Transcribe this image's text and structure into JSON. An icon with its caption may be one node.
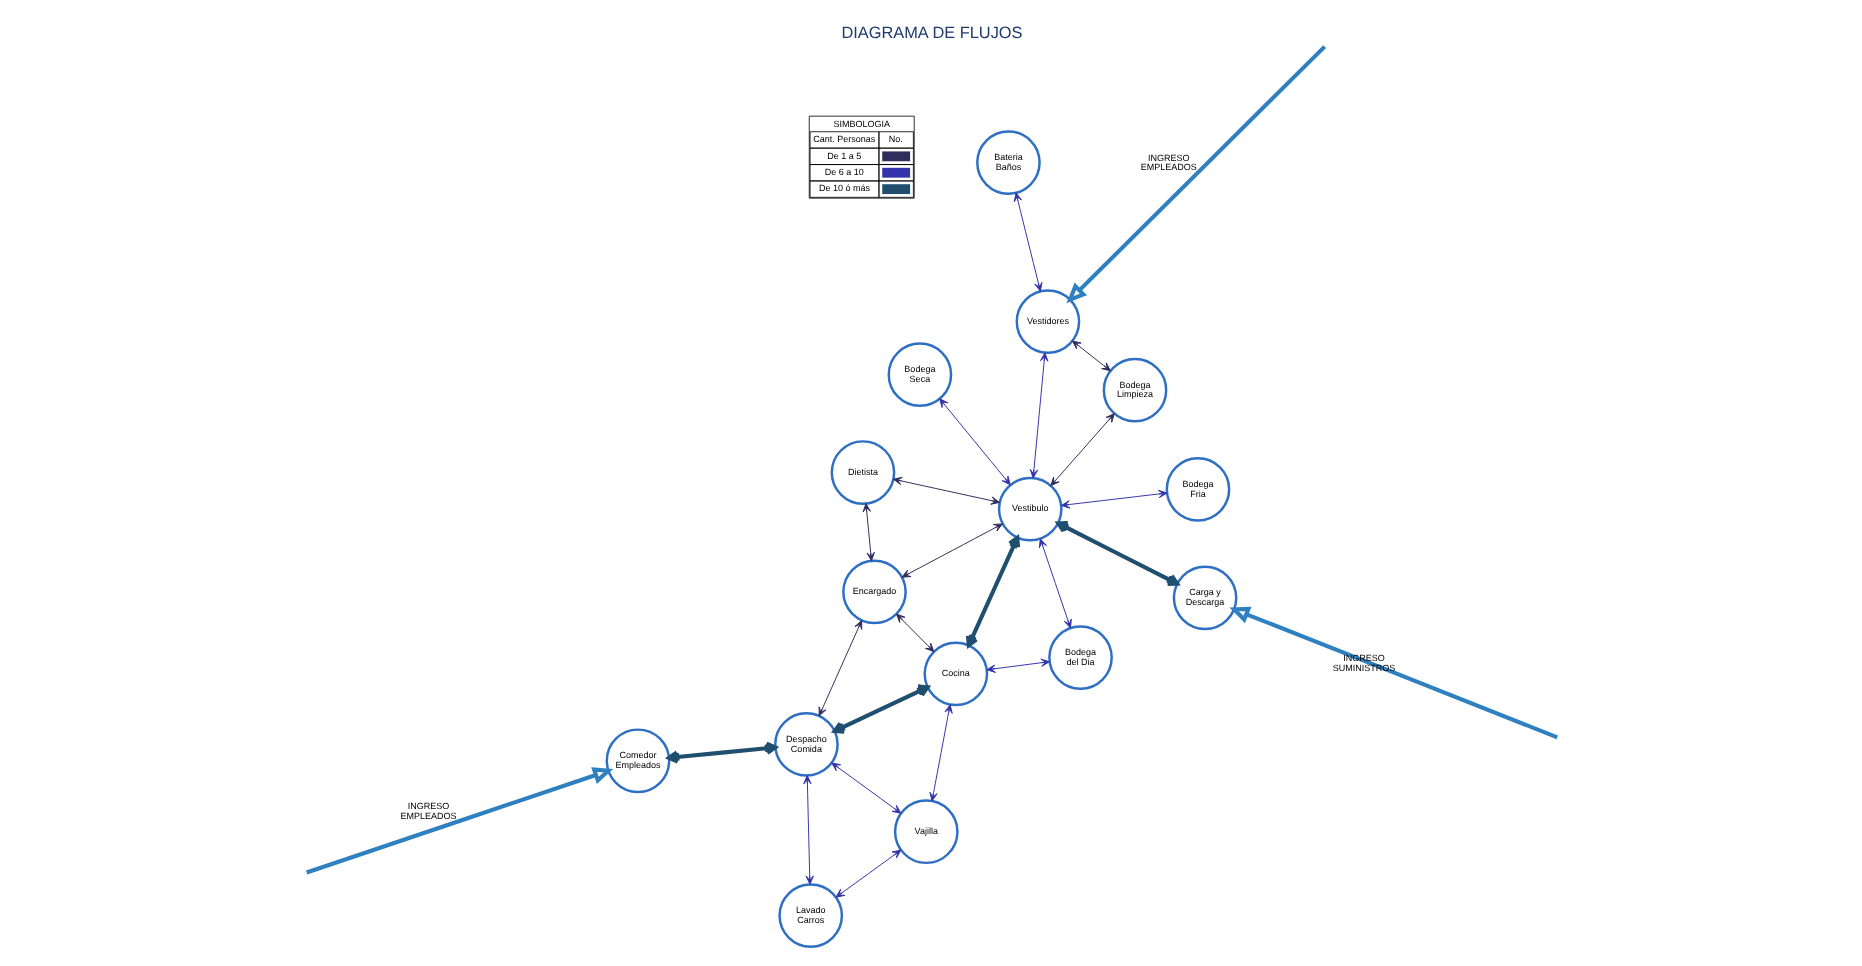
{
  "diagram": {
    "title": "DIAGRAMA DE FLUJOS",
    "nodes": [
      {
        "text": [
          "Bodega Seca"
        ]
      },
      {
        "text": [
          "Bodega Fria"
        ]
      },
      {
        "text": [
          "Carga y Descarga"
        ]
      },
      {
        "text": [
          "Vestibulo"
        ]
      },
      {
        "text": [
          "Bodega del Dia"
        ]
      },
      {
        "text": [
          "Bateria Baños"
        ]
      },
      {
        "text": [
          "Vajilla"
        ]
      },
      {
        "text": [
          "Lavado Carros"
        ]
      },
      {
        "text": [
          "Cocina"
        ]
      },
      {
        "text": [
          "Comedor Empleados"
        ]
      },
      {
        "text": [
          "Vestidores"
        ]
      },
      {
        "text": [
          "Encargado"
        ]
      },
      {
        "text": [
          "Despacho Comida"
        ]
      },
      {
        "text": [
          "Bodega Limpieza"
        ]
      },
      {
        "text": [
          "Dietista"
        ]
      }
    ],
    "edges": [
      {
        "from": null,
        "to": 2,
        "arrow": "to",
        "label": "INGRESO SUMINISTROS",
        "style": "thick",
        "color": "#2f80c0"
      },
      {
        "from": 3,
        "to": 2,
        "arrow": "both",
        "style": "thick",
        "color": "#1f4e6e"
      },
      {
        "from": 3,
        "to": 0,
        "arrow": "both"
      },
      {
        "from": 3,
        "to": 1,
        "arrow": "both"
      },
      {
        "from": 3,
        "to": 4,
        "arrow": "both"
      },
      {
        "from": 3,
        "to": 8,
        "arrow": "both",
        "style": "thick",
        "color": "#1f4e6e"
      },
      {
        "from": 3,
        "to": 10,
        "arrow": "both"
      },
      {
        "from": 3,
        "to": 13,
        "arrow": "both",
        "color": "#2e2e5e"
      },
      {
        "from": 3,
        "to": 14,
        "arrow": "both",
        "color": "#2e2e5e"
      },
      {
        "from": 3,
        "to": 11,
        "arrow": "both",
        "color": "#2e2e5e"
      },
      {
        "from": 5,
        "to": 10,
        "arrow": "both"
      },
      {
        "from": 10,
        "to": 13,
        "arrow": "both",
        "color": "#2e2e5e"
      },
      {
        "from": 14,
        "to": 11,
        "arrow": "both",
        "color": "#2e2e5e"
      },
      {
        "from": 11,
        "to": 8,
        "arrow": "both",
        "color": "#2e2e5e"
      },
      {
        "from": 11,
        "to": 12,
        "arrow": "both",
        "color": "#2e2e5e"
      },
      {
        "from": 4,
        "to": 8,
        "arrow": "both"
      },
      {
        "from": 8,
        "to": 6,
        "arrow": "both"
      },
      {
        "from": 8,
        "to": 12,
        "arrow": "both",
        "style": "thick",
        "color": "#1f4e6e"
      },
      {
        "from": 6,
        "to": 7,
        "arrow": "both"
      },
      {
        "from": 6,
        "to": 12,
        "arrow": "both"
      },
      {
        "from": 7,
        "to": 12,
        "arrow": "both"
      },
      {
        "from": 12,
        "to": 9,
        "arrow": "both",
        "style": "thick",
        "color": "#1f4e6e"
      },
      {
        "from": null,
        "to": 10,
        "arrow": "to",
        "label": "INGRESO EMPLEADOS",
        "style": "thick",
        "color": "#2f80c0"
      },
      {
        "from": null,
        "to": 9,
        "arrow": "to",
        "label": "INGRESO EMPLEADOS",
        "style": "thick",
        "color": "#2f80c0"
      }
    ],
    "labels": [
      "SIMBOLOGIA",
      "Cant. Personas",
      "No."
    ],
    "legend": [
      {
        "text": "De 1 a 5"
      },
      {
        "text": "De 6 a 10"
      },
      {
        "text": "De 10 ó más"
      }
    ]
  }
}
